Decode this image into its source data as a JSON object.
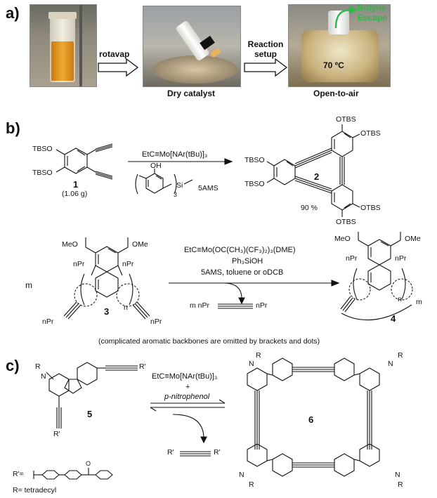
{
  "panel_a": {
    "label": "a)",
    "arrow1": "rotavap",
    "arrow2": "Reaction setup",
    "caption_mid": "Dry catalyst",
    "caption_right": "Open-to-air",
    "temp": "70 ºC",
    "butyne": "Butyne",
    "escape": "Escape"
  },
  "panel_b": {
    "label": "b)",
    "reagent_top": "EtC≡Mo[NAr(tBu)]₃",
    "oh": "OH",
    "si": "Si",
    "sub3": "3",
    "fiveams": "5AMS",
    "tbso1": "TBSO",
    "tbso2": "TBSO",
    "cmpd1": "1",
    "mass": "(1.06 g)",
    "cmpd2": "2",
    "yield": "90 %",
    "otbs": [
      "OTBS",
      "OTBS",
      "OTBS",
      "OTBS"
    ],
    "tbso_left": [
      "TBSO",
      "TBSO"
    ],
    "reagent2_l1": "EtC≡Mo(OC(CH₃)(CF₃)₂)₃(DME)",
    "reagent2_l2": "Ph₃SiOH",
    "reagent2_l3": "5AMS, toluene or oDCB",
    "byproduct_m": "m nPr",
    "byproduct_r": "nPr",
    "m": "m",
    "meo": "MeO",
    "ome": "OMe",
    "npr": "nPr",
    "cmpd3": "3",
    "cmpd4": "4",
    "n": "n",
    "m2": "m",
    "note": "(complicated aromatic backbones are omitted by brackets and dots)"
  },
  "panel_c": {
    "label": "c)",
    "reagent_l1": "EtC≡Mo[NAr(tBu)]₃",
    "reagent_l2": "+",
    "reagent_l3": "p-nitrophenol",
    "r": "R",
    "n": "N",
    "rprime": "R'",
    "cmpd5": "5",
    "cmpd6": "6",
    "rdef": "R'=",
    "rdef2": "R= tetradecyl",
    "o": "O"
  }
}
